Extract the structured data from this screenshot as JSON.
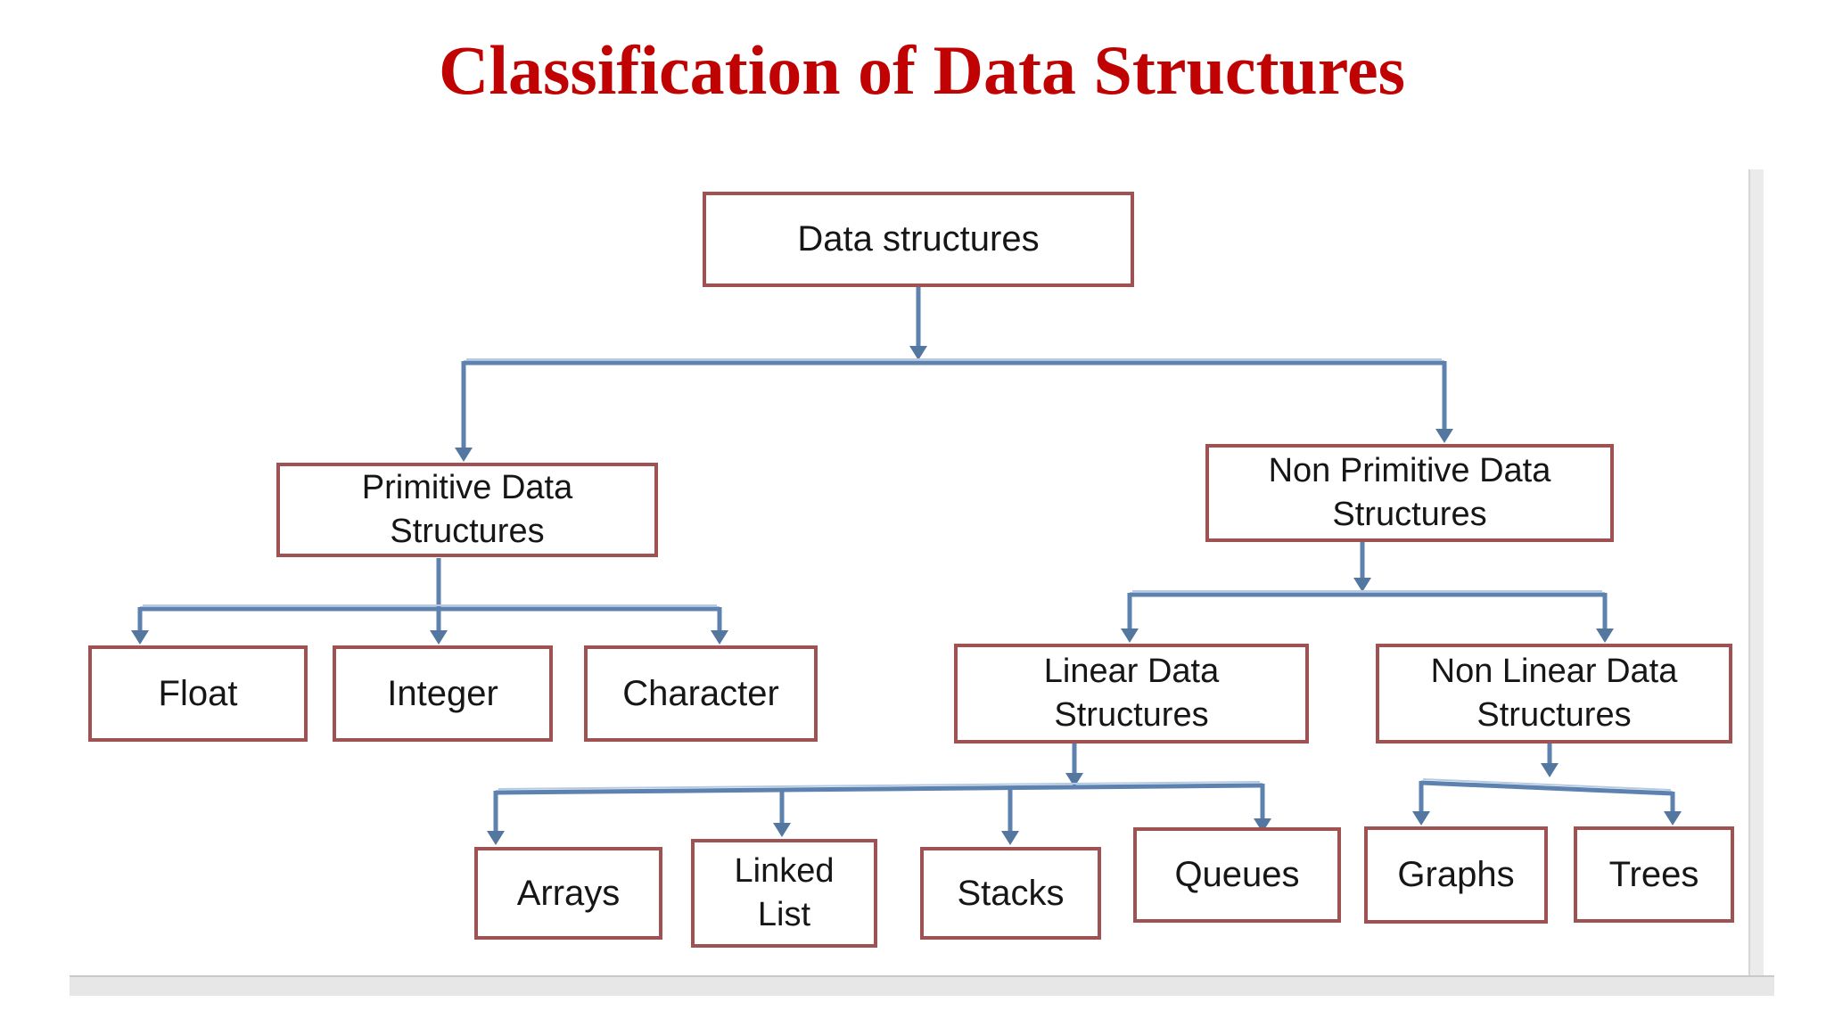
{
  "title": "Classification of Data Structures",
  "colors": {
    "title_red": "#c00202",
    "box_border": "#a05252",
    "box_text": "#161616",
    "connector_blue": "#5e82b0",
    "connector_highlight": "#b6cbe2",
    "arrowhead_blue": "#54779f",
    "page_strip_gray": "#ebebeb",
    "bottom_bar_gray": "#e7e7e7",
    "bottom_bar_edge": "#c9c9c9",
    "background": "#ffffff"
  },
  "tree": {
    "root": {
      "line1": "Data structures"
    },
    "level2": {
      "primitive": {
        "line1": "Primitive Data",
        "line2": "Structures"
      },
      "non_primitive": {
        "line1": "Non Primitive Data",
        "line2": "Structures"
      }
    },
    "primitive_children": {
      "float": {
        "line1": "Float"
      },
      "integer": {
        "line1": "Integer"
      },
      "character": {
        "line1": "Character"
      }
    },
    "non_primitive_children": {
      "linear": {
        "line1": "Linear Data",
        "line2": "Structures"
      },
      "non_linear": {
        "line1": "Non Linear Data",
        "line2": "Structures"
      }
    },
    "linear_children": {
      "arrays": {
        "line1": "Arrays"
      },
      "linked_list": {
        "line1": "Linked",
        "line2": "List"
      },
      "stacks": {
        "line1": "Stacks"
      },
      "queues": {
        "line1": "Queues"
      }
    },
    "non_linear_children": {
      "graphs": {
        "line1": "Graphs"
      },
      "trees": {
        "line1": "Trees"
      }
    }
  }
}
